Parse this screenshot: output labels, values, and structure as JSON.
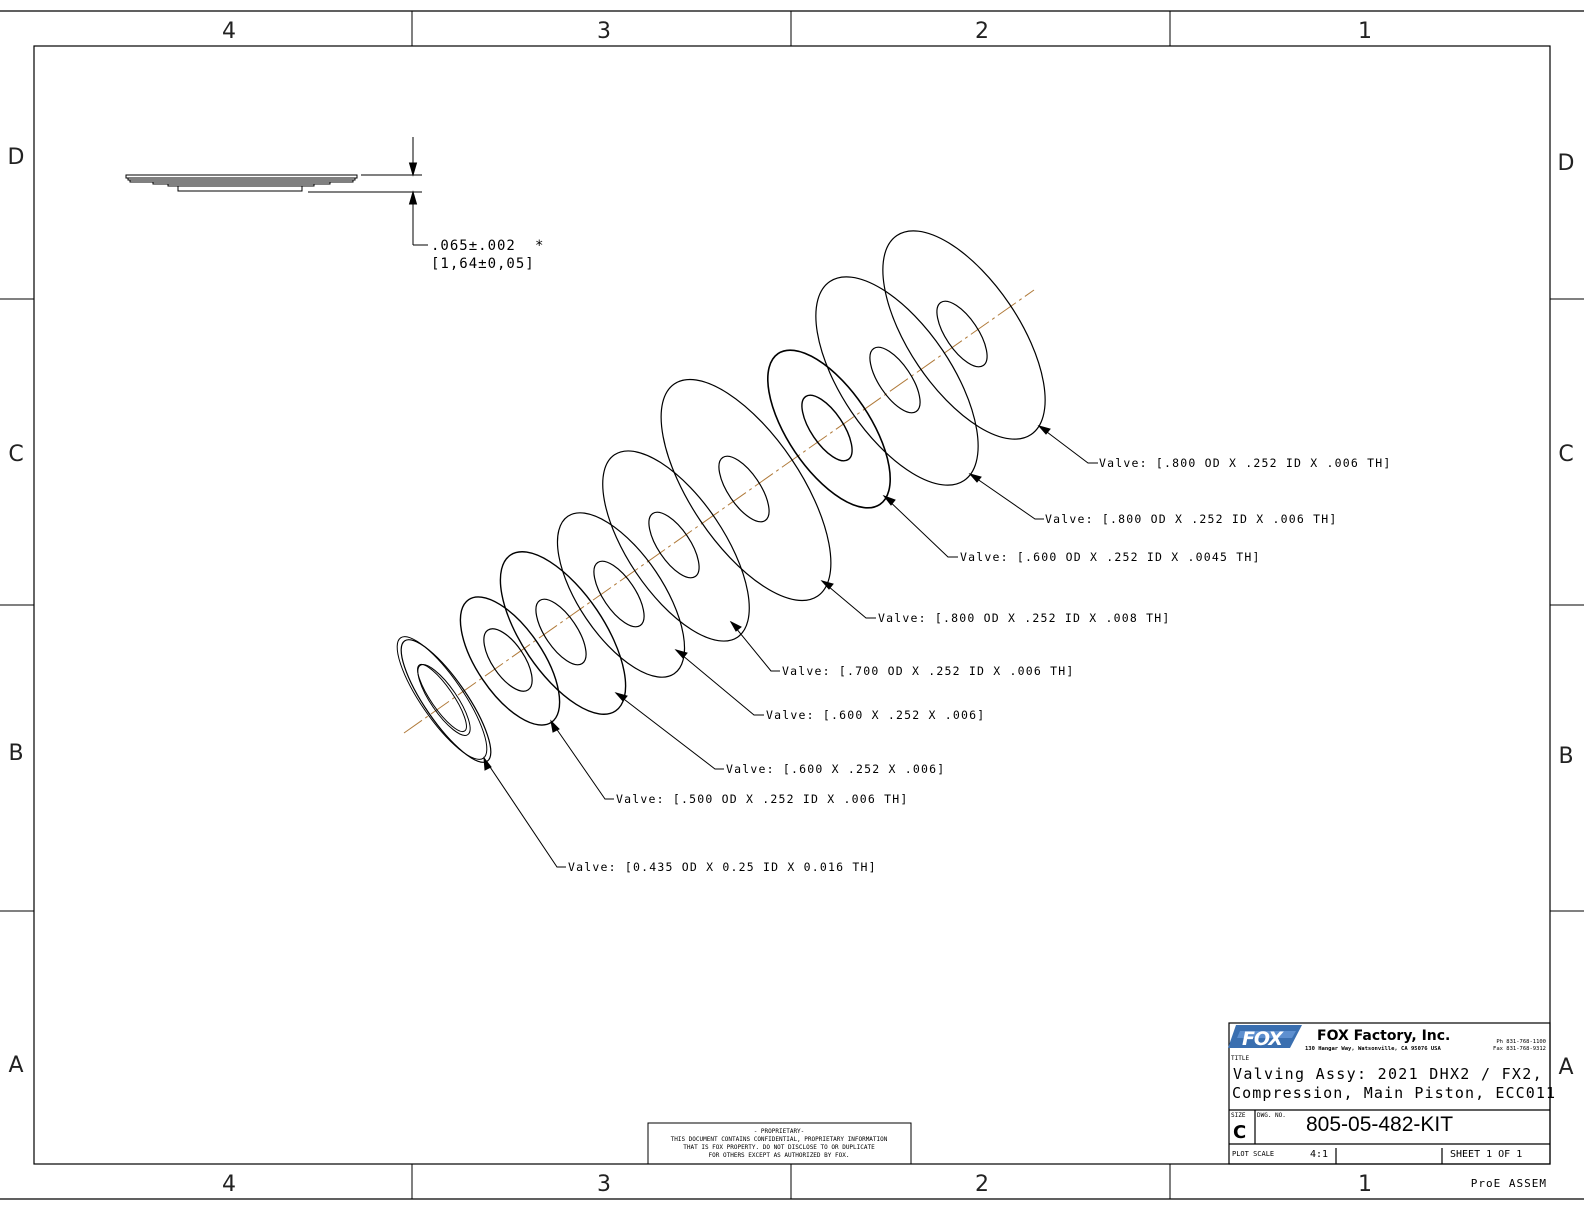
{
  "zones": {
    "columns": [
      "4",
      "3",
      "2",
      "1"
    ],
    "rows": [
      "D",
      "C",
      "B",
      "A"
    ]
  },
  "dimension": {
    "value": ".065±.002",
    "marker": "*",
    "metric": "[1,64±0,05]"
  },
  "callouts": [
    "Valve: [.800 OD X .252 ID X .006 TH]",
    "Valve: [.800 OD X .252 ID X .006 TH]",
    "Valve: [.600 OD X .252 ID X .0045 TH]",
    "Valve: [.800 OD X .252 ID X .008 TH]",
    "Valve: [.700 OD X .252 ID X .006 TH]",
    "Valve: [.600 X .252 X .006]",
    "Valve: [.600 X .252 X .006]",
    "Valve: [.500 OD X .252 ID X .006 TH]",
    "Valve: [0.435 OD X 0.25 ID X 0.016 TH]"
  ],
  "proprietary": [
    "- PROPRIETARY-",
    "THIS DOCUMENT CONTAINS CONFIDENTIAL, PROPRIETARY INFORMATION",
    "THAT IS FOX PROPERTY.  DO NOT DISCLOSE TO OR DUPLICATE",
    "FOR OTHERS EXCEPT AS AUTHORIZED BY FOX."
  ],
  "title_block": {
    "logo_text": "FOX",
    "company": "FOX Factory, Inc.",
    "address": "130 Hangar Way, Watsonville, CA 95076 USA",
    "phone": "Ph 831-768-1100",
    "fax": "Fax 831-768-9312",
    "title_label": "TITLE",
    "title_line1": "Valving Assy: 2021 DHX2 / FX2,",
    "title_line2": "Compression, Main Piston, ECC011",
    "size_label": "SIZE",
    "size": "C",
    "dwg_label": "DWG. NO.",
    "dwg_no": "805-05-482-KIT",
    "plot_scale_label": "PLOT SCALE",
    "plot_scale": "4:1",
    "sheet": "SHEET 1 OF 1",
    "model_type": "ProE ASSEM"
  },
  "colors": {
    "line": "#000000",
    "centerline": "#b07a3a"
  }
}
